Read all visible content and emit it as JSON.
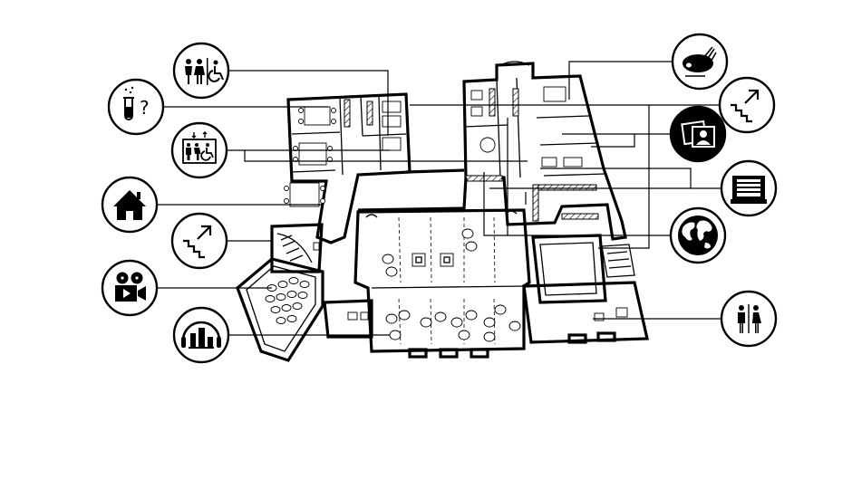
{
  "diagram": {
    "icons": [
      {
        "name": "toilets-accessible-icon",
        "glyph": "toilets-accessible"
      },
      {
        "name": "laboratory-help-icon",
        "glyph": "test-tube-question",
        "text": "?"
      },
      {
        "name": "elevator-accessible-icon",
        "glyph": "elevator-people"
      },
      {
        "name": "home-icon",
        "glyph": "house"
      },
      {
        "name": "stairs-up-left-icon",
        "glyph": "stairs"
      },
      {
        "name": "cinema-icon",
        "glyph": "film-camera"
      },
      {
        "name": "audio-guide-icon",
        "glyph": "headphones"
      },
      {
        "name": "painting-palette-icon",
        "glyph": "palette"
      },
      {
        "name": "stairs-up-right-icon",
        "glyph": "stairs"
      },
      {
        "name": "photo-gallery-icon",
        "glyph": "photos"
      },
      {
        "name": "archive-icon",
        "glyph": "archive-box"
      },
      {
        "name": "world-globe-icon",
        "glyph": "globe"
      },
      {
        "name": "toilets-icon",
        "glyph": "toilets"
      }
    ],
    "colors": {
      "line": "#000000",
      "background": "#ffffff"
    }
  }
}
